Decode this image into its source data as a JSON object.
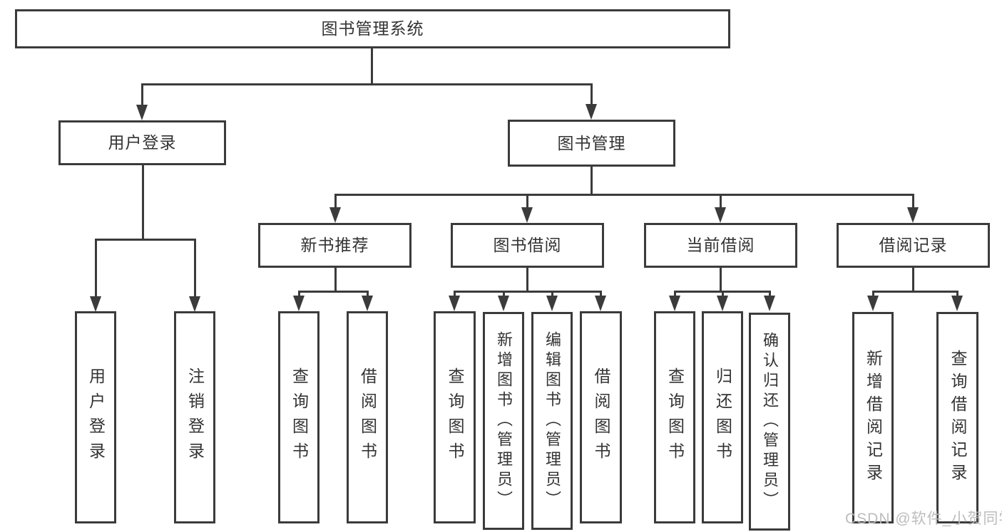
{
  "tree": {
    "root": {
      "label": "图书管理系统",
      "children": [
        {
          "label": "用户登录",
          "children": [
            {
              "label": "用户登录"
            },
            {
              "label": "注销登录"
            }
          ]
        },
        {
          "label": "图书管理",
          "children": [
            {
              "label": "新书推荐",
              "children": [
                {
                  "label": "查询图书"
                },
                {
                  "label": "借阅图书"
                }
              ]
            },
            {
              "label": "图书借阅",
              "children": [
                {
                  "label": "查询图书"
                },
                {
                  "label": "新增图书（管理员）"
                },
                {
                  "label": "编辑图书（管理员）"
                },
                {
                  "label": "借阅图书"
                }
              ]
            },
            {
              "label": "当前借阅",
              "children": [
                {
                  "label": "查询图书"
                },
                {
                  "label": "归还图书"
                },
                {
                  "label": "确认归还（管理员）"
                }
              ]
            },
            {
              "label": "借阅记录",
              "children": [
                {
                  "label": "新增借阅记录"
                },
                {
                  "label": "查询借阅记录"
                }
              ]
            }
          ]
        }
      ]
    }
  },
  "watermark": "CSDN @软件_小贺同学",
  "colors": {
    "stroke": "#3b3b3b",
    "text": "#333333",
    "background": "#ffffff",
    "watermark": "#b9b9b9"
  }
}
